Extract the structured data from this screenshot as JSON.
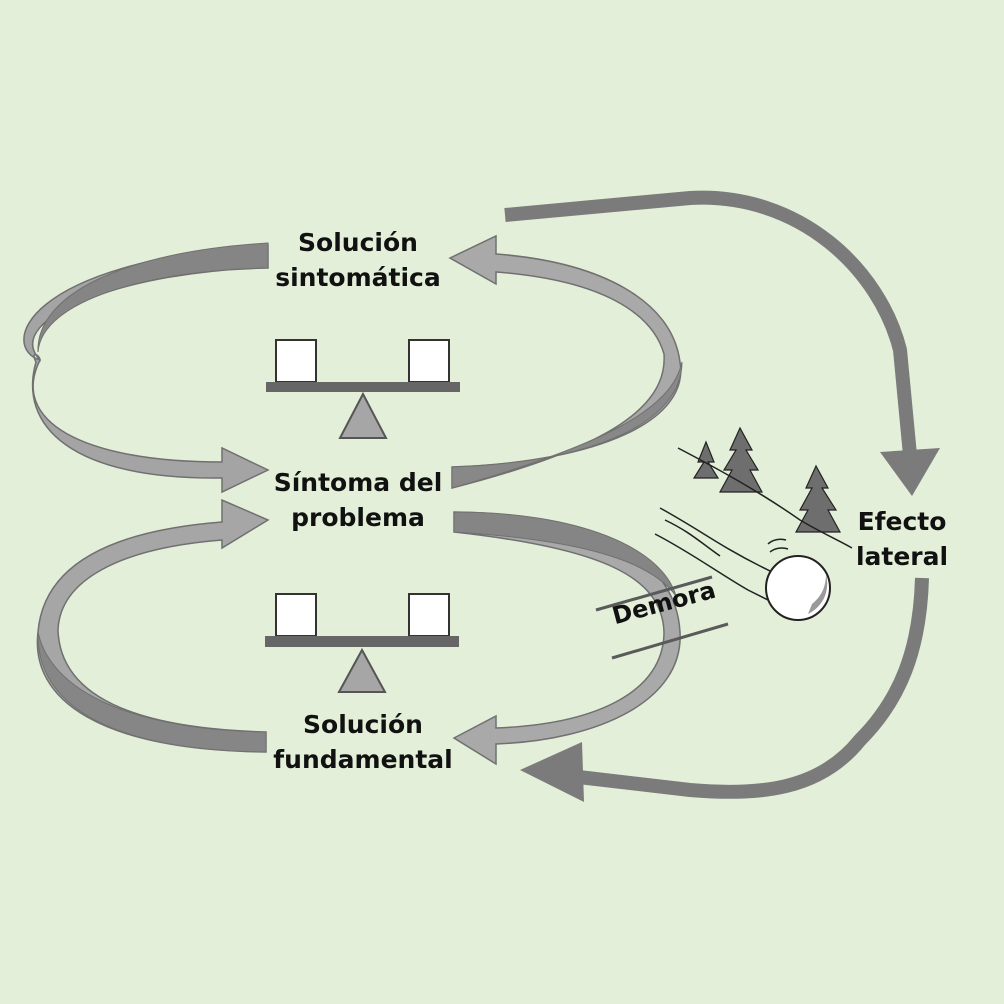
{
  "diagram": {
    "nodes": {
      "symptomatic_solution": {
        "line1": "Solución",
        "line2": "sintomática"
      },
      "problem_symptom": {
        "line1": "Síntoma del",
        "line2": "problema"
      },
      "fundamental_solution": {
        "line1": "Solución",
        "line2": "fundamental"
      },
      "side_effect": {
        "line1": "Efecto",
        "line2": "lateral"
      }
    },
    "delay_label": "Demora",
    "icons": [
      "balance-icon",
      "balance-icon",
      "snowball-icon",
      "tree-icon"
    ],
    "colors": {
      "background": "#e3efd9",
      "arrow_light": "#a6a6a6",
      "arrow_dark": "#7b7b7b",
      "balance_beam": "#666666",
      "text": "#111111"
    }
  }
}
